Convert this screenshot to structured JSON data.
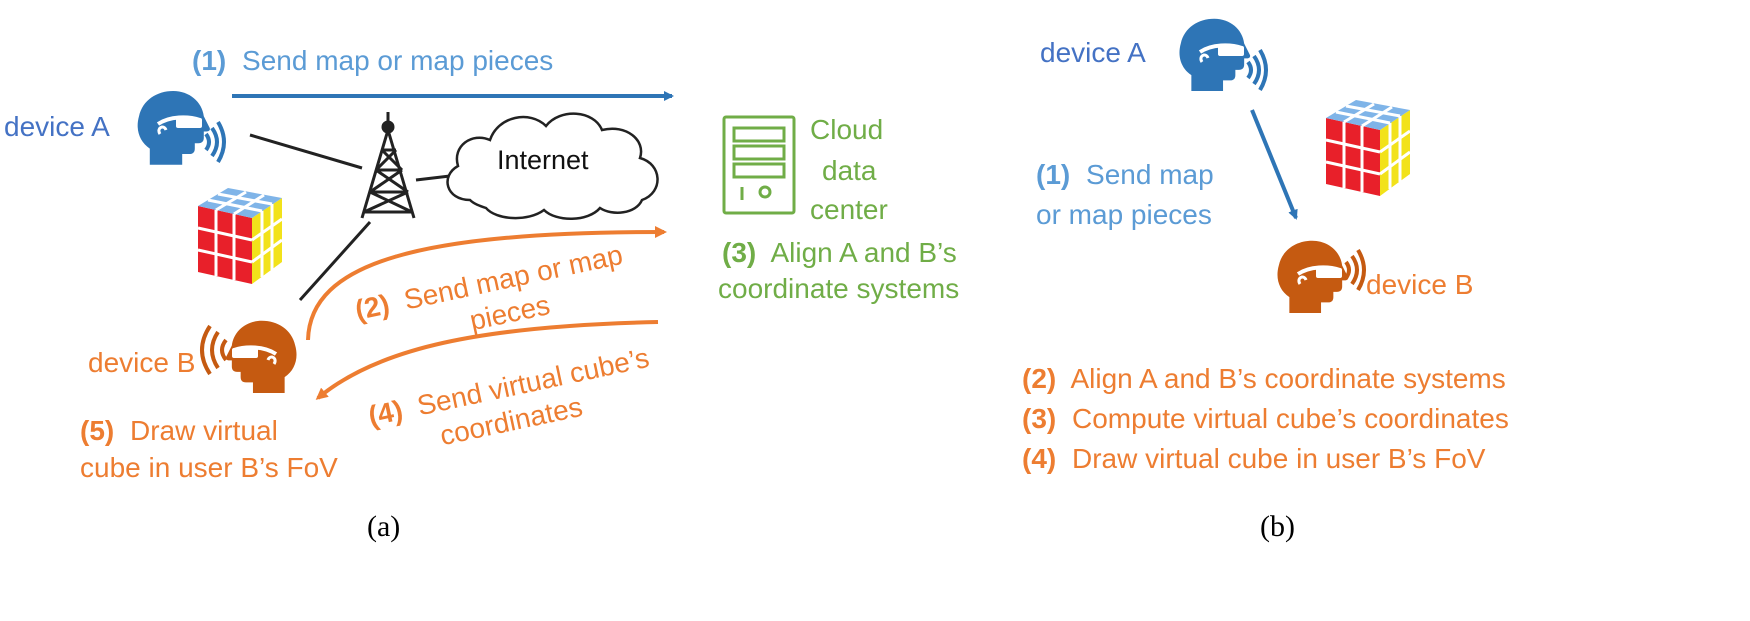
{
  "colors": {
    "device_a": "#2e75b6",
    "device_b": "#c55a11",
    "blue_text": "#4472c4",
    "light_blue_text": "#5b9bd5",
    "green": "#70ad47",
    "orange": "#ed7d31",
    "cube_red": "#e8202a",
    "cube_yellow": "#f2e21a",
    "cube_blue": "#7fb4e8"
  },
  "icons": {
    "head": "head-with-headset-icon",
    "tower": "cell-tower-icon",
    "cloud": "cloud-icon",
    "server": "server-icon",
    "cube": "rubiks-cube-icon"
  },
  "panel_a": {
    "device_a_label": "device A",
    "device_b_label": "device B",
    "internet_label": "Internet",
    "cloud_lines": [
      "Cloud",
      "data",
      "center"
    ],
    "step1_num": "(1)",
    "step1_text": "Send map or map pieces",
    "step2_num": "(2)",
    "step2_line1": "Send map or map",
    "step2_line2": "pieces",
    "step3_num": "(3)",
    "step3_line1": "Align A and B’s",
    "step3_line2": "coordinate systems",
    "step4_num": "(4)",
    "step4_line1": "Send virtual cube’s",
    "step4_line2": "coordinates",
    "step5_num": "(5)",
    "step5_line1": "Draw virtual",
    "step5_line2": "cube in user B’s FoV",
    "caption": "(a)"
  },
  "panel_b": {
    "device_a_label": "device A",
    "device_b_label": "device B",
    "step1_num": "(1)",
    "step1_line1": "Send map",
    "step1_line2": "or map pieces",
    "step2_num": "(2)",
    "step2_text": "Align A and B’s coordinate systems",
    "step3_num": "(3)",
    "step3_text": "Compute virtual cube’s coordinates",
    "step4_num": "(4)",
    "step4_text": "Draw virtual cube in user B’s FoV",
    "caption": "(b)"
  }
}
